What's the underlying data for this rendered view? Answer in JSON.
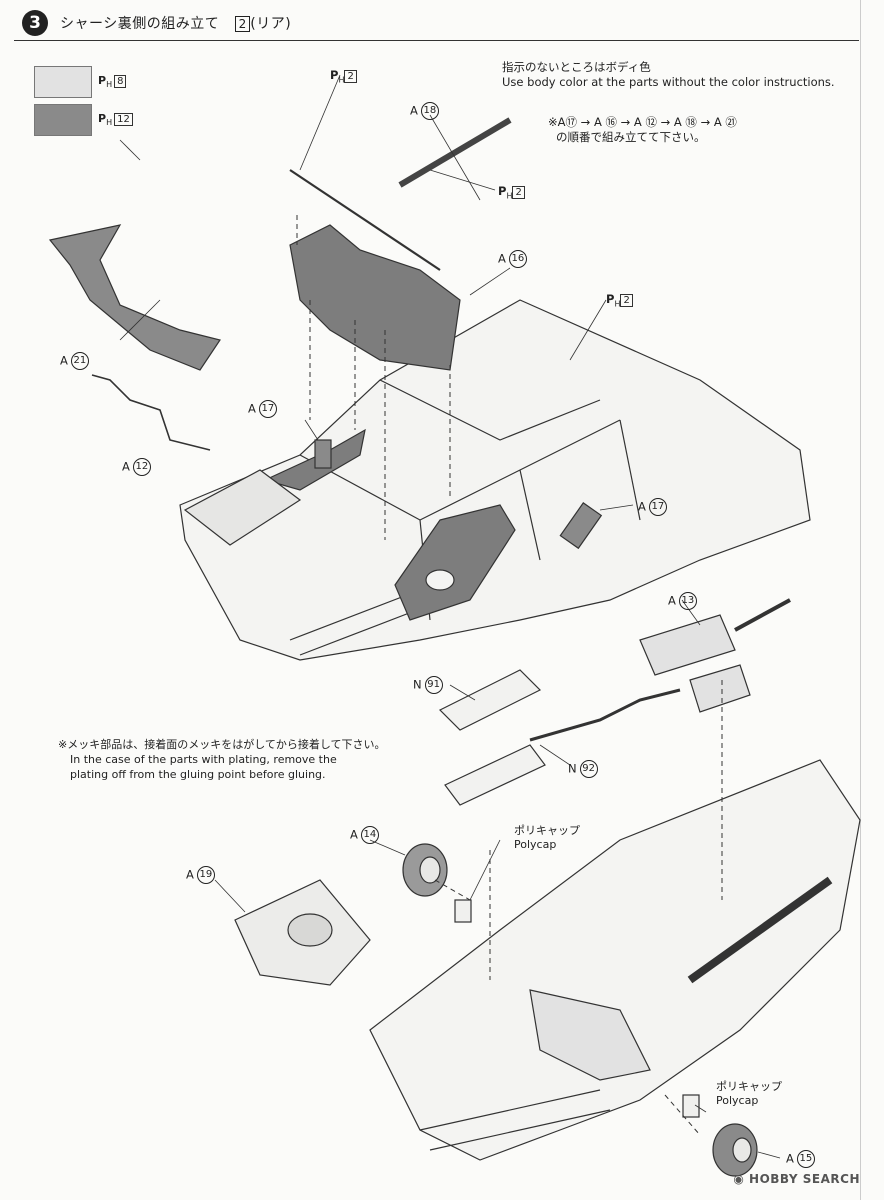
{
  "header": {
    "step_number": "3",
    "title": "シャーシ裏側の組み立て",
    "box_number": "2",
    "subtitle": "(リア)"
  },
  "colors": {
    "swatch_ph8": "#e2e2e2",
    "swatch_ph12": "#8a8a8a",
    "body_part_gray": "#7d7d7d"
  },
  "swatches": [
    {
      "label_prefix": "P",
      "label_sub": "H",
      "label_num": "8"
    },
    {
      "label_prefix": "P",
      "label_sub": "H",
      "label_num": "12"
    }
  ],
  "notes": {
    "body_color_jp": "指示のないところはボディ色",
    "body_color_en": "Use body color at the parts without the color instructions.",
    "order_prefix": "※A",
    "order_seq": "⑰ → A ⑯ → A ⑫ → A ⑱ → A ㉑",
    "order_jp": "の順番で組み立てて下さい。",
    "plating_jp": "※メッキ部品は、接着面のメッキをはがしてから接着して下さい。",
    "plating_en_1": "In the case of the parts with plating, remove the",
    "plating_en_2": "plating off from the gluing point before gluing."
  },
  "callouts": {
    "ph2_top": "2",
    "ph2_mid": "2",
    "ph2_right": "2",
    "ph_prefix": "P",
    "ph_sub": "H",
    "a18": "18",
    "a16": "16",
    "a21": "21",
    "a17_left": "17",
    "a17_right": "17",
    "a12": "12",
    "a13": "13",
    "n91": "91",
    "n92": "92",
    "a14": "14",
    "a19": "19",
    "a15": "15",
    "prefix_a": "A",
    "prefix_n": "N"
  },
  "polycap": {
    "jp": "ポリキャップ",
    "en": "Polycap"
  },
  "watermark": "HOBBY SEARCH"
}
